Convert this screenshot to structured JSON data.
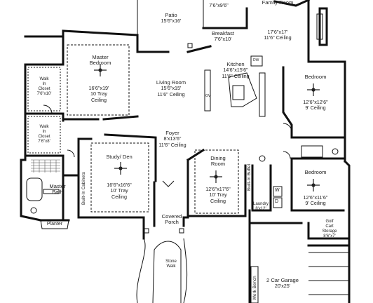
{
  "plan": {
    "rooms": {
      "patio": {
        "name": "Patio",
        "size": "15'6\"x16'"
      },
      "top_small": {
        "size": "7'6\"x9'6\""
      },
      "family": {
        "name": "Family Room",
        "size": "17'6\"x17'",
        "ceiling": "11'6\" Ceiling"
      },
      "breakfast": {
        "name": "Breakfast",
        "size": "7'6\"x10'"
      },
      "master_bedroom": {
        "name": "Master Bedroom",
        "size": "16'6\"x19'",
        "ceiling1": "10 Tray",
        "ceiling2": "Ceiling"
      },
      "kitchen": {
        "name": "Kitchen",
        "size": "14'6\"x15'6\"",
        "ceiling": "11'6\" Ceiling"
      },
      "living": {
        "name": "Living Room",
        "size": "15'6\"x15'",
        "ceiling": "11'6\" Ceiling"
      },
      "bedroom1": {
        "name": "Bedroom",
        "size": "12'6\"x12'6\"",
        "ceiling": "9' Ceiling"
      },
      "closet1": {
        "line1": "Walk",
        "line2": "In",
        "line3": "Closet",
        "size": "7'6\"x10'"
      },
      "closet2": {
        "line1": "Walk",
        "line2": "In",
        "line3": "Closet",
        "size": "7'6\"x8'"
      },
      "foyer": {
        "name": "Foyer",
        "size": "8'x13'6\"",
        "ceiling": "11'6\" Ceiling"
      },
      "study": {
        "name": "Study/ Den",
        "size": "16'6\"x16'6\"",
        "ceiling1": "10' Tray",
        "ceiling2": "Ceiling"
      },
      "dining": {
        "name": "Dining Room",
        "size": "12'6\"x17'6\"",
        "ceiling1": "10' Tray",
        "ceiling2": "Ceiling"
      },
      "bedroom2": {
        "name": "Bedroom",
        "size": "12'6\"x11'6\"",
        "ceiling": "9' Ceiling"
      },
      "master_bath": {
        "name1": "Master",
        "name2": "Bath"
      },
      "laundry": {
        "name": "Laundry",
        "size": "8'x12'"
      },
      "covered_porch": {
        "name1": "Covered",
        "name2": "Porch"
      },
      "golf_cart": {
        "name1": "Golf",
        "name2": "Cart",
        "name3": "Storage",
        "size": "8'6\"x7'"
      },
      "garage": {
        "name": "2 Car Garage",
        "size": "20'x25'"
      },
      "stone_walk": {
        "name1": "Stone",
        "name2": "Walk"
      },
      "planter": {
        "name": "Planter"
      }
    },
    "vertical_labels": {
      "builtin_cabinets": "Built-In Cabinets",
      "builtin_buffet": "Built-In Buffet",
      "work_bench": "Work Bench"
    },
    "appliance_labels": {
      "ov": "OV",
      "dw": "DW",
      "washer": "W",
      "dryer": "D"
    }
  }
}
